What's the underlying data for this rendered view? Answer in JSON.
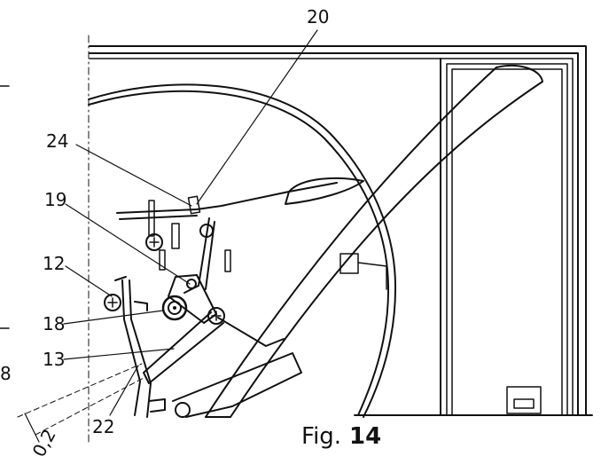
{
  "figure": {
    "caption_prefix": "Fig.",
    "caption_number": "14",
    "labels": {
      "l20": "20",
      "l24": "24",
      "l19": "19",
      "l12": "12",
      "l18": "18",
      "l13": "13",
      "l22": "22",
      "dim": "0,2",
      "edge": "8"
    }
  }
}
